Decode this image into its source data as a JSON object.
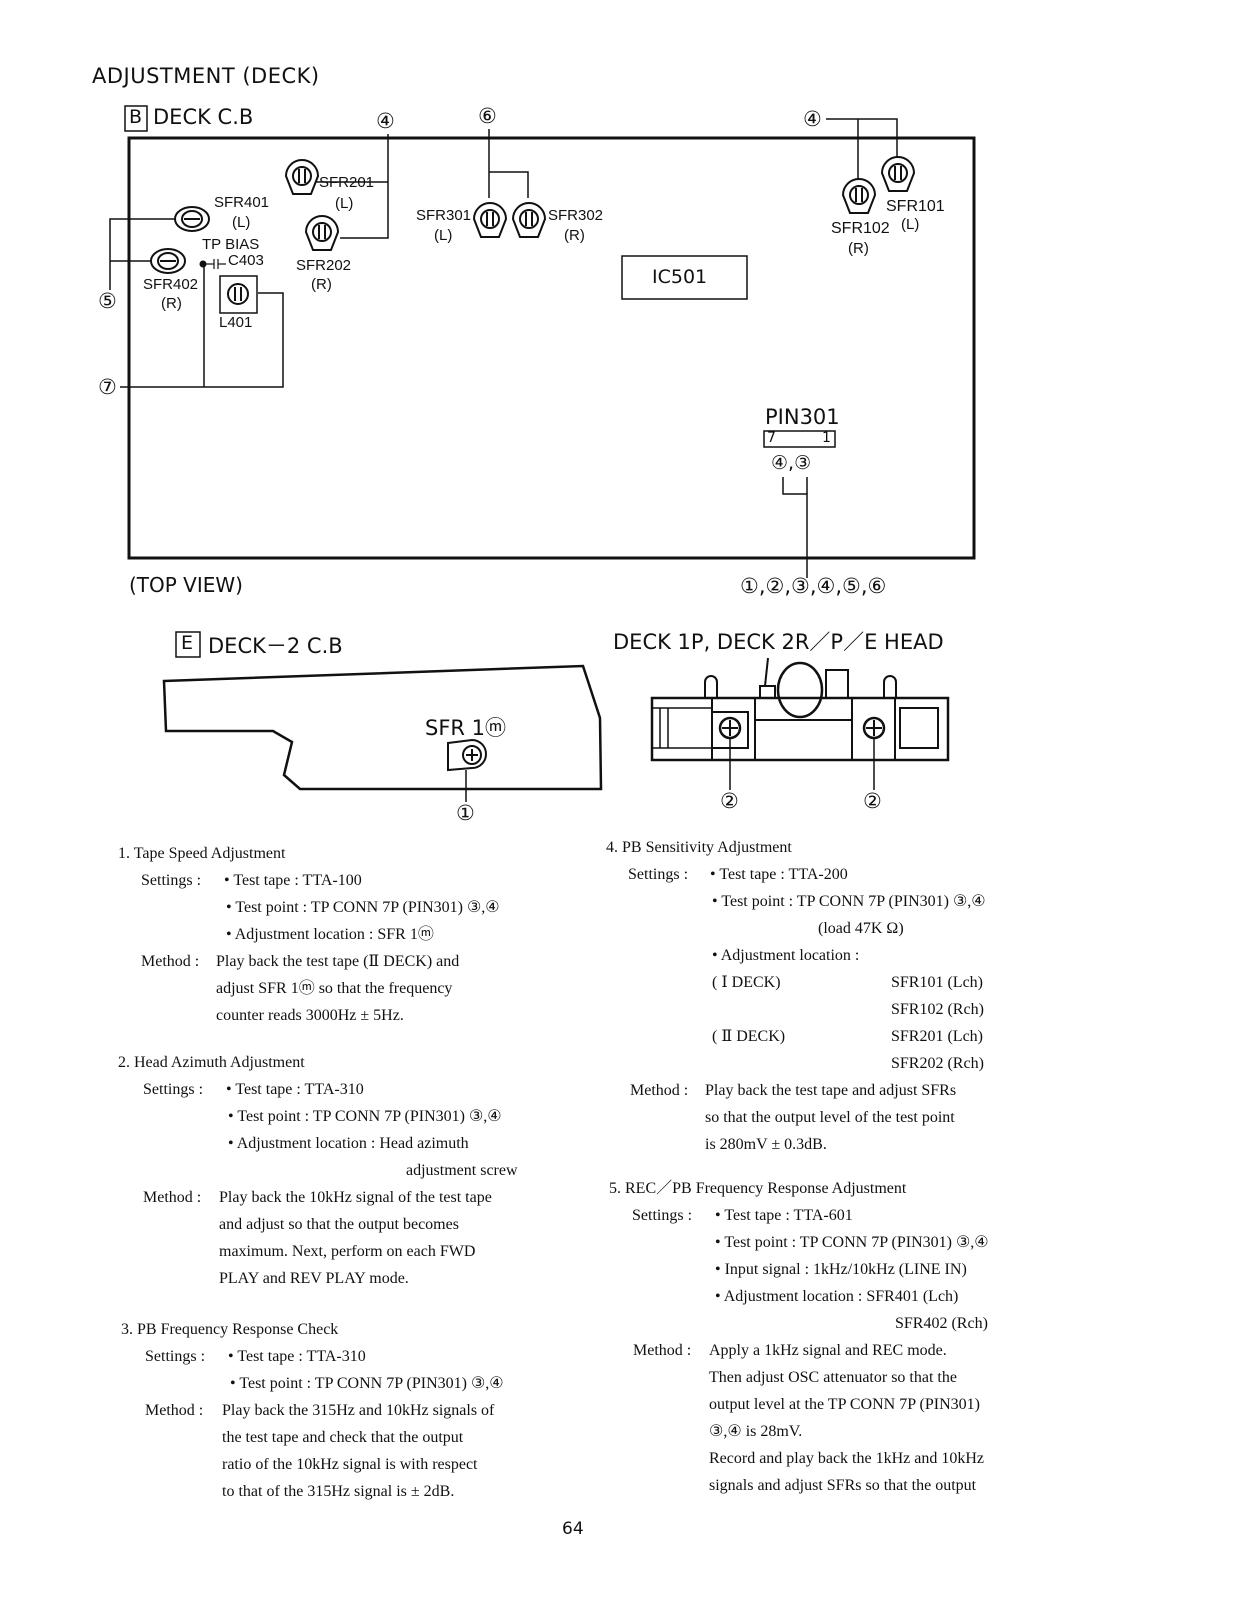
{
  "page_title": "ADJUSTMENT (DECK)",
  "top_diagram": {
    "box_letter": "B",
    "board_name": "DECK C.B",
    "view_label": "(TOP VIEW)",
    "ic": "IC501",
    "connector": "PIN301",
    "connector_pins": [
      "7",
      "1"
    ],
    "connector_points": "④,③",
    "bottom_points": "①,②,③,④,⑤,⑥",
    "labels": {
      "sfr401": "SFR401",
      "sfr401_ch": "(L)",
      "tp_bias": "TP BIAS",
      "c403": "C403",
      "sfr402": "SFR402",
      "sfr402_ch": "(R)",
      "l401": "L401",
      "sfr201": "SFR201",
      "sfr201_ch": "(L)",
      "sfr202": "SFR202",
      "sfr202_ch": "(R)",
      "sfr301": "SFR301",
      "sfr301_ch": "(L)",
      "sfr302": "SFR302",
      "sfr302_ch": "(R)",
      "sfr101": "SFR101",
      "sfr101_ch": "(L)",
      "sfr102": "SFR102",
      "sfr102_ch": "(R)"
    },
    "callouts": {
      "c4a": "④",
      "c6": "⑥",
      "c4b": "④",
      "c5": "⑤",
      "c7": "⑦"
    }
  },
  "deck2": {
    "box_letter": "E",
    "title": "DECK－2 C.B",
    "sfr_label": "SFR 1ⓜ",
    "callout": "①"
  },
  "head": {
    "title": "DECK 1P, DECK 2R／P／E HEAD",
    "callout_left": "②",
    "callout_right": "②"
  },
  "sections": {
    "s1": {
      "title": "1. Tape Speed Adjustment",
      "settings_label": "Settings :",
      "settings": [
        "• Test tape : TTA-100",
        "• Test point : TP CONN 7P (PIN301) ③,④",
        "• Adjustment location : SFR 1ⓜ"
      ],
      "method_label": "Method :",
      "method": [
        "Play back the test tape (Ⅱ DECK) and",
        "adjust SFR 1ⓜ so that the frequency",
        "counter reads 3000Hz ± 5Hz."
      ]
    },
    "s2": {
      "title": "2. Head Azimuth Adjustment",
      "settings_label": "Settings :",
      "settings": [
        "• Test tape : TTA-310",
        "• Test point : TP CONN 7P (PIN301) ③,④",
        "• Adjustment location : Head azimuth",
        "adjustment screw"
      ],
      "method_label": "Method :",
      "method": [
        "Play back the 10kHz signal of the test tape",
        "and adjust so that the output becomes",
        "maximum. Next, perform on each FWD",
        "PLAY and REV PLAY mode."
      ]
    },
    "s3": {
      "title": "3. PB Frequency Response Check",
      "settings_label": "Settings :",
      "settings": [
        "• Test tape : TTA-310",
        "• Test point : TP CONN 7P (PIN301) ③,④"
      ],
      "method_label": "Method :",
      "method": [
        "Play back the 315Hz and 10kHz signals of",
        "the test tape and check that the output",
        "ratio of the 10kHz signal is with respect",
        "to that of the 315Hz signal is ± 2dB."
      ]
    },
    "s4": {
      "title": "4. PB Sensitivity Adjustment",
      "settings_label": "Settings :",
      "settings": [
        "• Test tape : TTA-200",
        "• Test point : TP CONN 7P (PIN301) ③,④",
        "(load 47K Ω)",
        "• Adjustment location :"
      ],
      "deck1": "( Ⅰ DECK)",
      "deck1_vals": [
        "SFR101 (Lch)",
        "SFR102 (Rch)"
      ],
      "deck2": "( Ⅱ DECK)",
      "deck2_vals": [
        "SFR201 (Lch)",
        "SFR202 (Rch)"
      ],
      "method_label": "Method :",
      "method": [
        "Play back the test tape and adjust SFRs",
        "so that the output level of the test point",
        "is 280mV ± 0.3dB."
      ]
    },
    "s5": {
      "title": "5. REC／PB Frequency Response Adjustment",
      "settings_label": "Settings :",
      "settings": [
        "• Test tape : TTA-601",
        "• Test point : TP CONN 7P (PIN301) ③,④",
        "• Input signal : 1kHz/10kHz (LINE IN)",
        "• Adjustment location : SFR401 (Lch)",
        "SFR402 (Rch)"
      ],
      "method_label": "Method :",
      "method": [
        "Apply a 1kHz signal and REC mode.",
        "Then adjust OSC attenuator so that the",
        "output level at the TP CONN 7P (PIN301)",
        "③,④ is 28mV.",
        "Record and play back the 1kHz and 10kHz",
        "signals and adjust SFRs so that the output"
      ]
    }
  },
  "page_number": "64"
}
